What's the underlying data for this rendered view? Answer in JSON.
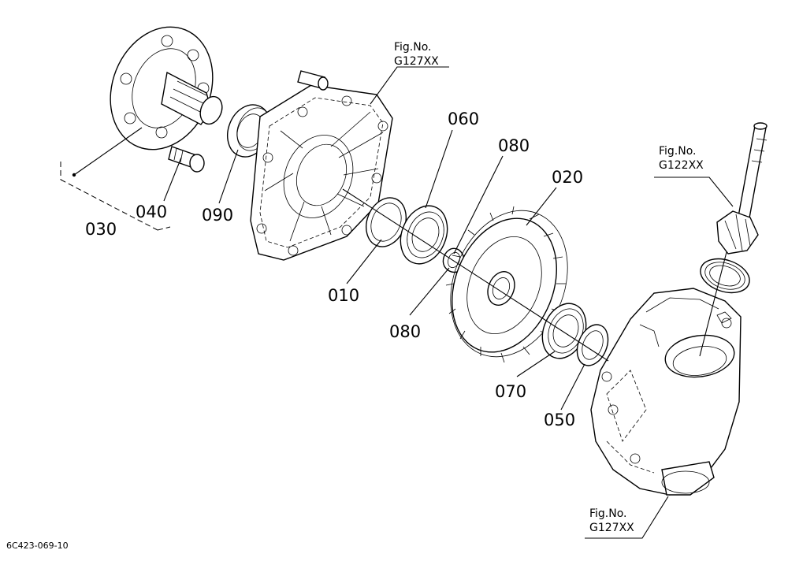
{
  "drawing_code": "6C423-069-10",
  "parts": {
    "p010": "010",
    "p020": "020",
    "p030": "030",
    "p040": "040",
    "p050": "050",
    "p060": "060",
    "p070": "070",
    "p080_upper": "080",
    "p080_lower": "080",
    "p090": "090"
  },
  "references": {
    "top": {
      "label": "Fig.No.",
      "code": "G127XX"
    },
    "right": {
      "label": "Fig.No.",
      "code": "G122XX"
    },
    "bottom": {
      "label": "Fig.No.",
      "code": "G127XX"
    }
  }
}
